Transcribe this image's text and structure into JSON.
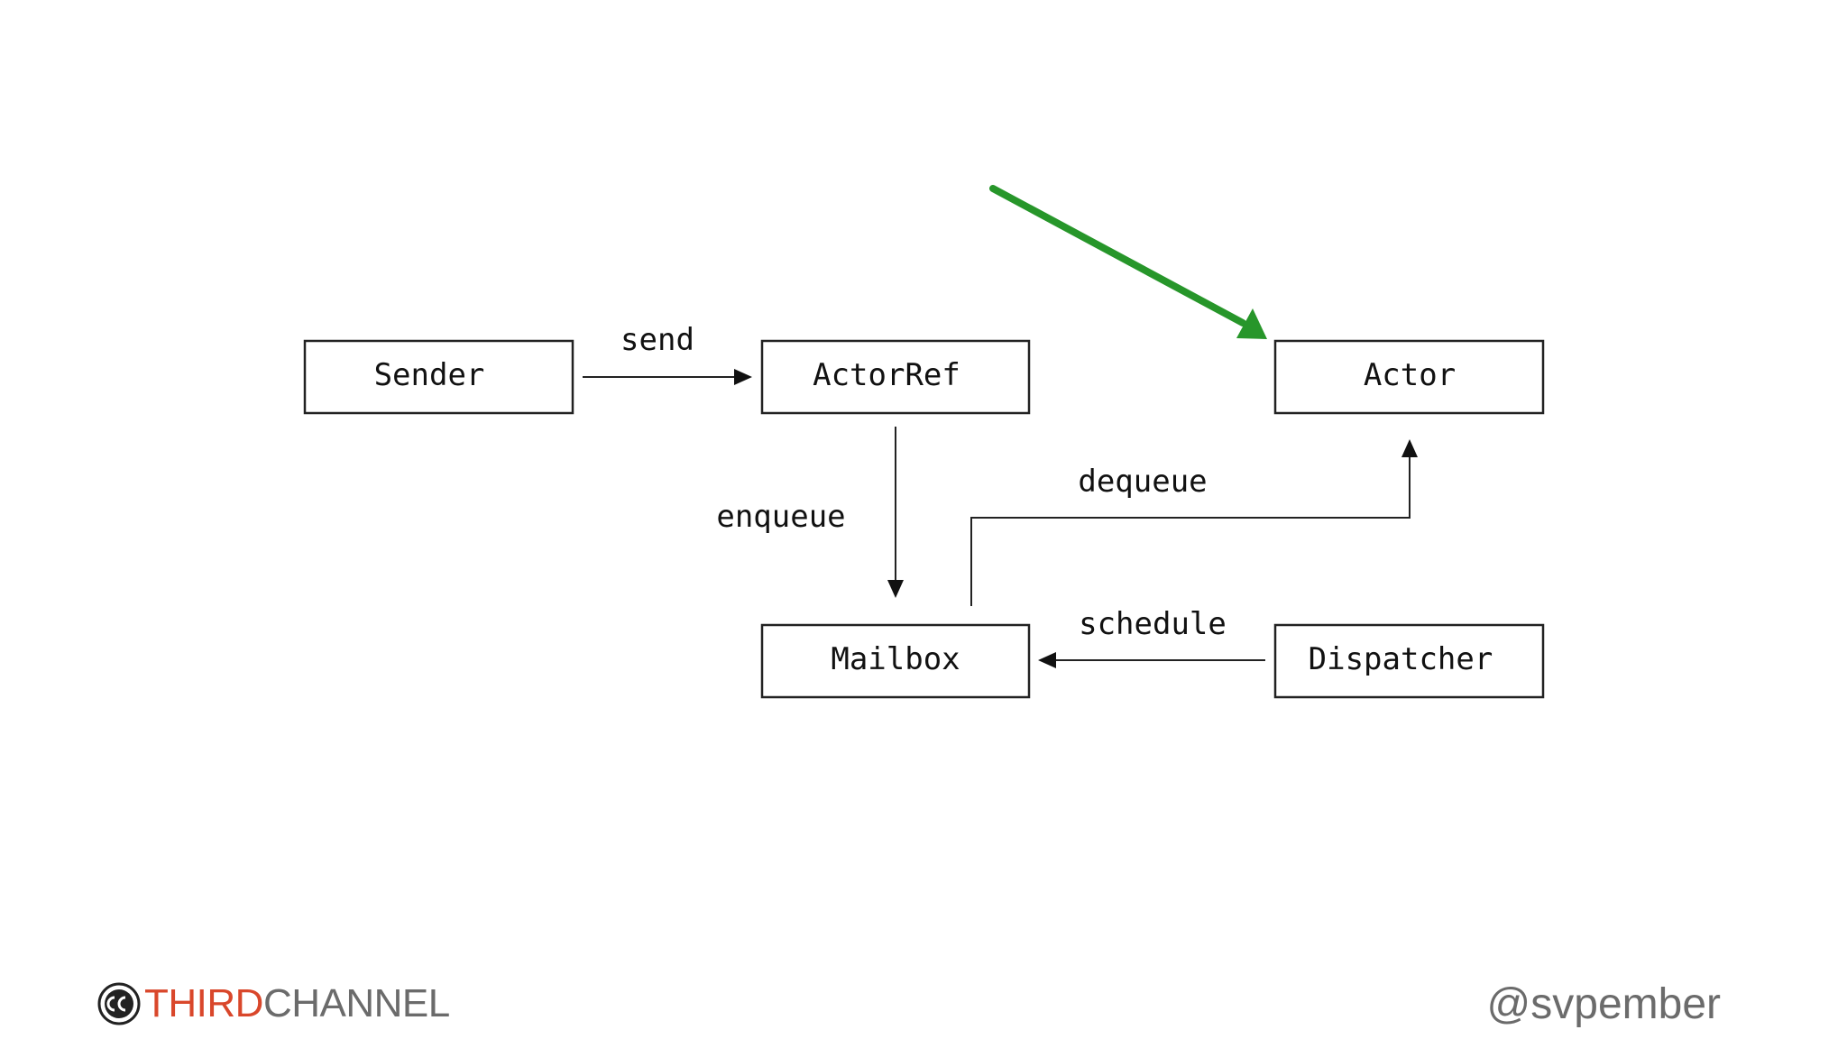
{
  "diagram": {
    "nodes": {
      "sender": "Sender",
      "actorref": "ActorRef",
      "actor": "Actor",
      "mailbox": "Mailbox",
      "dispatcher": "Dispatcher"
    },
    "edges": {
      "send": "send",
      "enqueue": "enqueue",
      "dequeue": "dequeue",
      "schedule": "schedule"
    },
    "highlight_color": "#27962a"
  },
  "footer": {
    "brand_part1": "THIRD",
    "brand_part2": "CHANNEL",
    "handle": "@svpember",
    "brand_color": "#d9472b"
  }
}
